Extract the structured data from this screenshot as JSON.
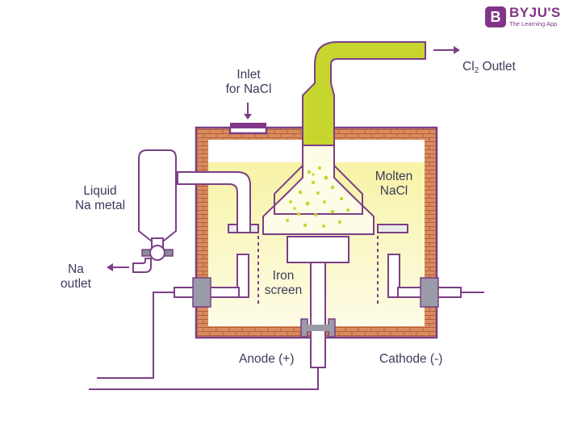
{
  "logo": {
    "mark": "B",
    "name": "BYJU'S",
    "tagline": "The Learning App"
  },
  "labels": {
    "inlet_line1": "Inlet",
    "inlet_line2": "for NaCl",
    "cl2_prefix": "Cl",
    "cl2_sub": "2",
    "cl2_suffix": " Outlet",
    "molten_line1": "Molten",
    "molten_line2": "NaCl",
    "liquid_line1": "Liquid",
    "liquid_line2": "Na metal",
    "na_line1": "Na",
    "na_line2": "outlet",
    "iron_line1": "Iron",
    "iron_line2": "screen",
    "anode": "Anode (+)",
    "cathode": "Cathode (-)"
  },
  "colors": {
    "wire": "#7b3f86",
    "brick": "#c97a4e",
    "melt": "#fbf7c0",
    "chlorine_tube": "#c6d62e",
    "logo": "#813588"
  }
}
